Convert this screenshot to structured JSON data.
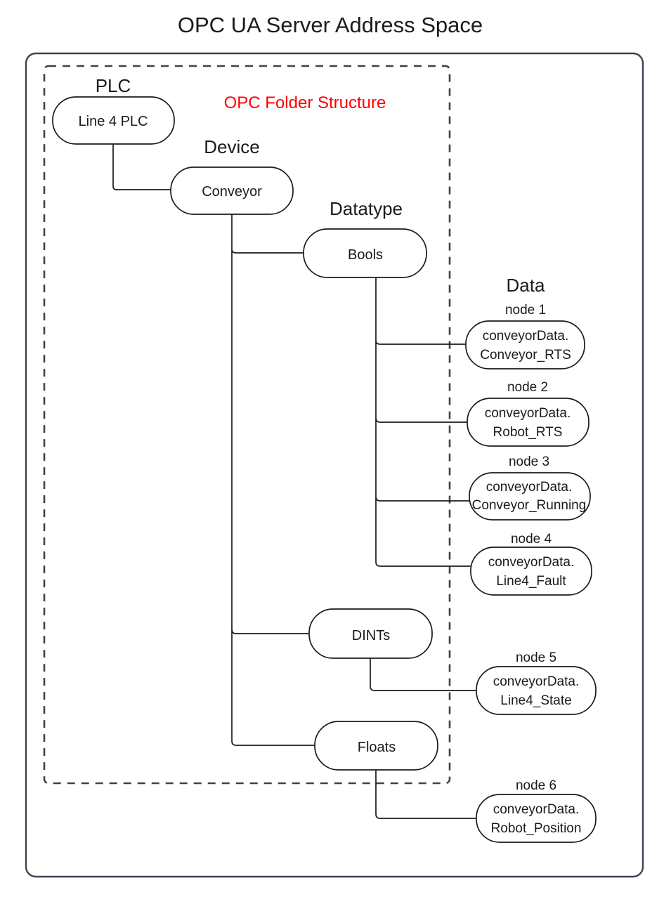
{
  "title": "OPC UA Server Address Space",
  "folder_label": "OPC Folder Structure",
  "colors": {
    "accent_red": "#ff0000",
    "frame": "#3c4350",
    "line": "#1b1b1b",
    "node_fill": "#ffffff"
  },
  "group_labels": {
    "plc": "PLC",
    "device": "Device",
    "datatype": "Datatype",
    "data": "Data"
  },
  "nodes": {
    "plc": {
      "label": "Line 4 PLC"
    },
    "device": {
      "label": "Conveyor"
    },
    "datatypes": [
      {
        "label": "Bools"
      },
      {
        "label": "DINTs"
      },
      {
        "label": "Floats"
      }
    ],
    "data": [
      {
        "caption": "node 1",
        "line1": "conveyorData.",
        "line2": "Conveyor_RTS"
      },
      {
        "caption": "node 2",
        "line1": "conveyorData.",
        "line2": "Robot_RTS"
      },
      {
        "caption": "node 3",
        "line1": "conveyorData.",
        "line2": "Conveyor_Running"
      },
      {
        "caption": "node 4",
        "line1": "conveyorData.",
        "line2": "Line4_Fault"
      },
      {
        "caption": "node 5",
        "line1": "conveyorData.",
        "line2": "Line4_State"
      },
      {
        "caption": "node 6",
        "line1": "conveyorData.",
        "line2": "Robot_Position"
      }
    ]
  }
}
